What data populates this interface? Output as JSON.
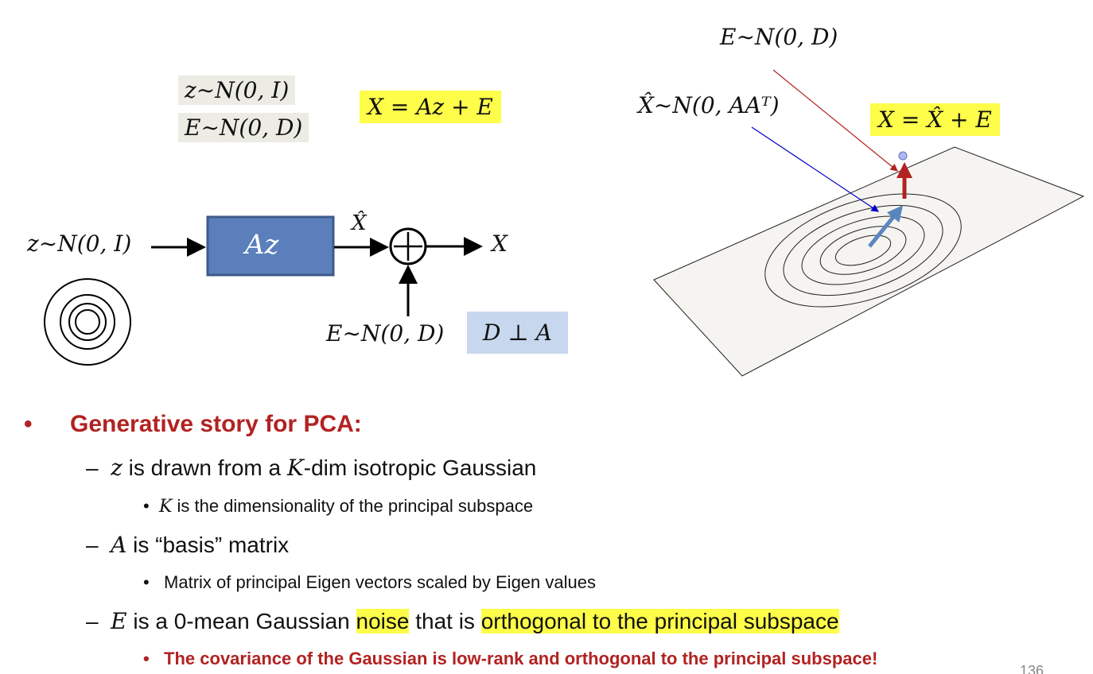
{
  "left_diagram": {
    "z_prior": "z∼N(0, I)",
    "e_prior": "E∼N(0, D)",
    "model_eq": "X = Az + E",
    "input_label": "z∼N(0, I)",
    "box_label": "Az",
    "xhat_label": "X̂",
    "output_label": "X",
    "noise_label": "E∼N(0, D)",
    "orth_label": "D ⊥ A"
  },
  "right_diagram": {
    "noise_label": "E∼N(0, D)",
    "xhat_label": "X̂∼N(0, AAᵀ)",
    "sum_eq": "X = X̂ + E"
  },
  "bullets": {
    "heading": "Generative story for PCA:",
    "items": [
      {
        "var": "z",
        "text": " is drawn from a ",
        "var2": "K",
        "text2": "-dim isotropic Gaussian"
      },
      {
        "var": "K",
        "text": " is the dimensionality of the principal subspace"
      },
      {
        "var": "A",
        "text": " is “basis” matrix"
      },
      {
        "text": "Matrix of principal Eigen vectors scaled by Eigen values"
      },
      {
        "var": "E",
        "text": " is a 0-mean Gaussian ",
        "hl1": "noise",
        "text2": " that is ",
        "hl2": "orthogonal to the principal subspace"
      },
      {
        "text": "The covariance of the Gaussian is low-rank and orthogonal to the principal subspace!"
      }
    ]
  },
  "page_number": "136",
  "colors": {
    "accent_red": "#b22222",
    "highlight": "#fdfd4a",
    "box_blue": "#5a7fbb"
  }
}
